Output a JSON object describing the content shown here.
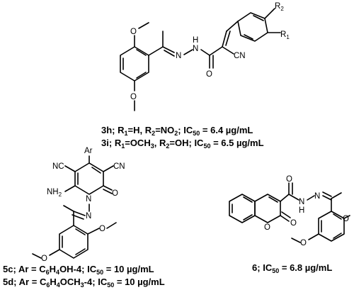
{
  "compounds": {
    "c3h": {
      "id": "3h",
      "r1": "H",
      "r2": "NO",
      "r2_sub": "2",
      "ic50": "6.4 µg/mL"
    },
    "c3i": {
      "id": "3i",
      "r1": "OCH",
      "r1_sub": "3",
      "r2": "OH",
      "ic50": "6.5 µg/mL"
    },
    "c5c": {
      "id": "5c",
      "ar": "C",
      "ar_sub1": "6",
      "ar_mid": "H",
      "ar_sub2": "4",
      "ar_tail": "OH-4",
      "ic50": "10 µg/mL"
    },
    "c5d": {
      "id": "5d",
      "ar": "C",
      "ar_sub1": "6",
      "ar_mid": "H",
      "ar_sub2": "4",
      "ar_tail": "OCH",
      "ar_sub3": "3",
      "ar_tail2": "-4",
      "ic50": "10 µg/mL"
    },
    "c6": {
      "id": "6",
      "ic50": "6.8 µg/mL"
    }
  },
  "labels": {
    "ic": "IC",
    "ic_sub": "50",
    "r1": "R",
    "r1_sub": "1",
    "r2": "R",
    "r2_sub": "2",
    "ar": "Ar",
    "sep": ";",
    "eq": "=",
    "comma": ","
  },
  "atoms": {
    "o": "O",
    "n": "N",
    "h": "H",
    "cn": "CN",
    "nc": "NC",
    "nh2": "NH",
    "nh2_sub": "2",
    "r": "R",
    "r_sub1": "1",
    "r_sub2": "2"
  }
}
